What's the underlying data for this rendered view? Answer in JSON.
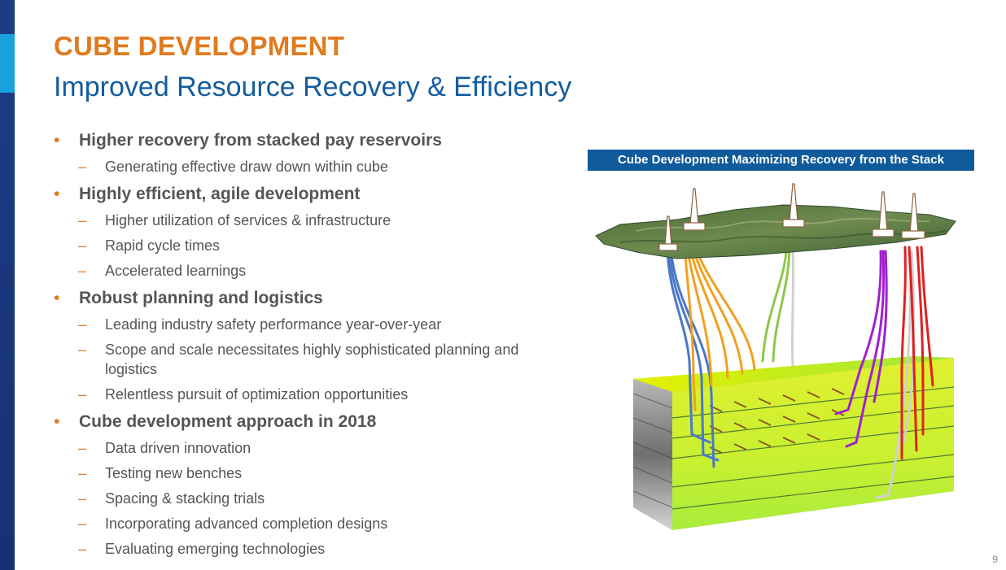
{
  "slide": {
    "title": "CUBE DEVELOPMENT",
    "subtitle": "Improved Resource Recovery & Efficiency",
    "page_number": "9"
  },
  "bullets": [
    {
      "text": "Higher recovery from stacked pay reservoirs",
      "children": [
        "Generating effective draw down within cube"
      ]
    },
    {
      "text": "Highly efficient, agile development",
      "children": [
        "Higher utilization of services & infrastructure",
        "Rapid cycle times",
        "Accelerated learnings"
      ]
    },
    {
      "text": "Robust planning and logistics",
      "children": [
        "Leading industry safety performance year-over-year",
        "Scope and scale necessitates highly sophisticated planning and logistics",
        "Relentless pursuit of optimization opportunities"
      ]
    },
    {
      "text": "Cube development approach in 2018",
      "children": [
        "Data driven innovation",
        "Testing new benches",
        "Spacing & stacking trials",
        "Incorporating advanced completion designs",
        "Evaluating emerging technologies"
      ]
    }
  ],
  "figure": {
    "caption": "Cube Development Maximizing Recovery from the  Stack",
    "well_colors": [
      "#4a78c8",
      "#f0a020",
      "#8cc84b",
      "#d0d0d0",
      "#a020d0",
      "#e02020"
    ]
  },
  "colors": {
    "title_orange": "#e07b20",
    "subtitle_blue": "#145c9e",
    "caption_bg": "#0f5a9b",
    "sidebar_navy": "#1d3c86",
    "sidebar_cyan": "#19a3dc"
  }
}
